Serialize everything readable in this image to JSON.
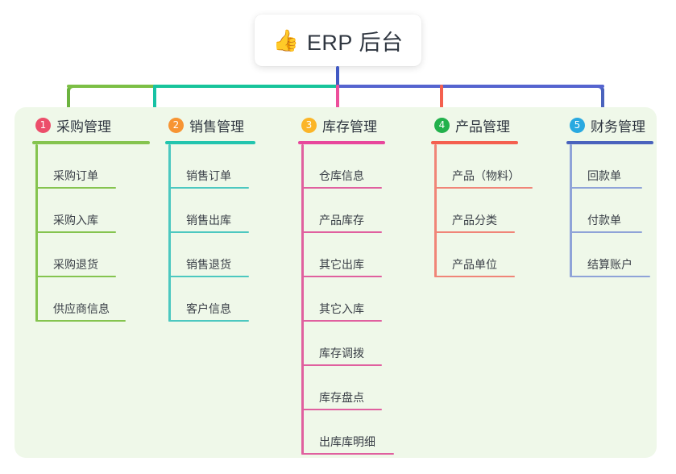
{
  "root": {
    "icon": "thumbs-up-icon",
    "icon_glyph": "👍",
    "title": "ERP 后台"
  },
  "panel": {
    "background": "#eff8e9"
  },
  "connector": {
    "stem_color": "#4159c4",
    "segment_green": "#7cbf45",
    "segment_teal": "#18c49b",
    "segment_blue": "#5564cf"
  },
  "columns": [
    {
      "number": "1",
      "title": "采购管理",
      "badge_color": "#ec4e6a",
      "rule_color": "#85c44f",
      "line_color": "#85c44f",
      "drop_color": "#6cb33f",
      "items": [
        {
          "label": "采购订单"
        },
        {
          "label": "采购入库"
        },
        {
          "label": "采购退货"
        },
        {
          "label": "供应商信息"
        }
      ]
    },
    {
      "number": "2",
      "title": "销售管理",
      "badge_color": "#f79433",
      "rule_color": "#22c5ae",
      "line_color": "#4cc8c0",
      "drop_color": "#17c2a4",
      "items": [
        {
          "label": "销售订单"
        },
        {
          "label": "销售出库"
        },
        {
          "label": "销售退货"
        },
        {
          "label": "客户信息"
        }
      ]
    },
    {
      "number": "3",
      "title": "库存管理",
      "badge_color": "#fbb528",
      "rule_color": "#e8479c",
      "line_color": "#e0609f",
      "drop_color": "#ed4f9b",
      "items": [
        {
          "label": "仓库信息"
        },
        {
          "label": "产品库存"
        },
        {
          "label": "其它出库"
        },
        {
          "label": "其它入库"
        },
        {
          "label": "库存调拨"
        },
        {
          "label": "库存盘点"
        },
        {
          "label": "出库库明细"
        }
      ]
    },
    {
      "number": "4",
      "title": "产品管理",
      "badge_color": "#22b14c",
      "rule_color": "#f4604f",
      "line_color": "#f08578",
      "drop_color": "#f4604f",
      "items": [
        {
          "label": "产品（物料）"
        },
        {
          "label": "产品分类"
        },
        {
          "label": "产品单位"
        }
      ]
    },
    {
      "number": "5",
      "title": "财务管理",
      "badge_color": "#29a9e0",
      "rule_color": "#4a63bd",
      "line_color": "#8fa3d8",
      "drop_color": "#4a63bd",
      "items": [
        {
          "label": "回款单"
        },
        {
          "label": "付款单"
        },
        {
          "label": "结算账户"
        }
      ]
    }
  ]
}
